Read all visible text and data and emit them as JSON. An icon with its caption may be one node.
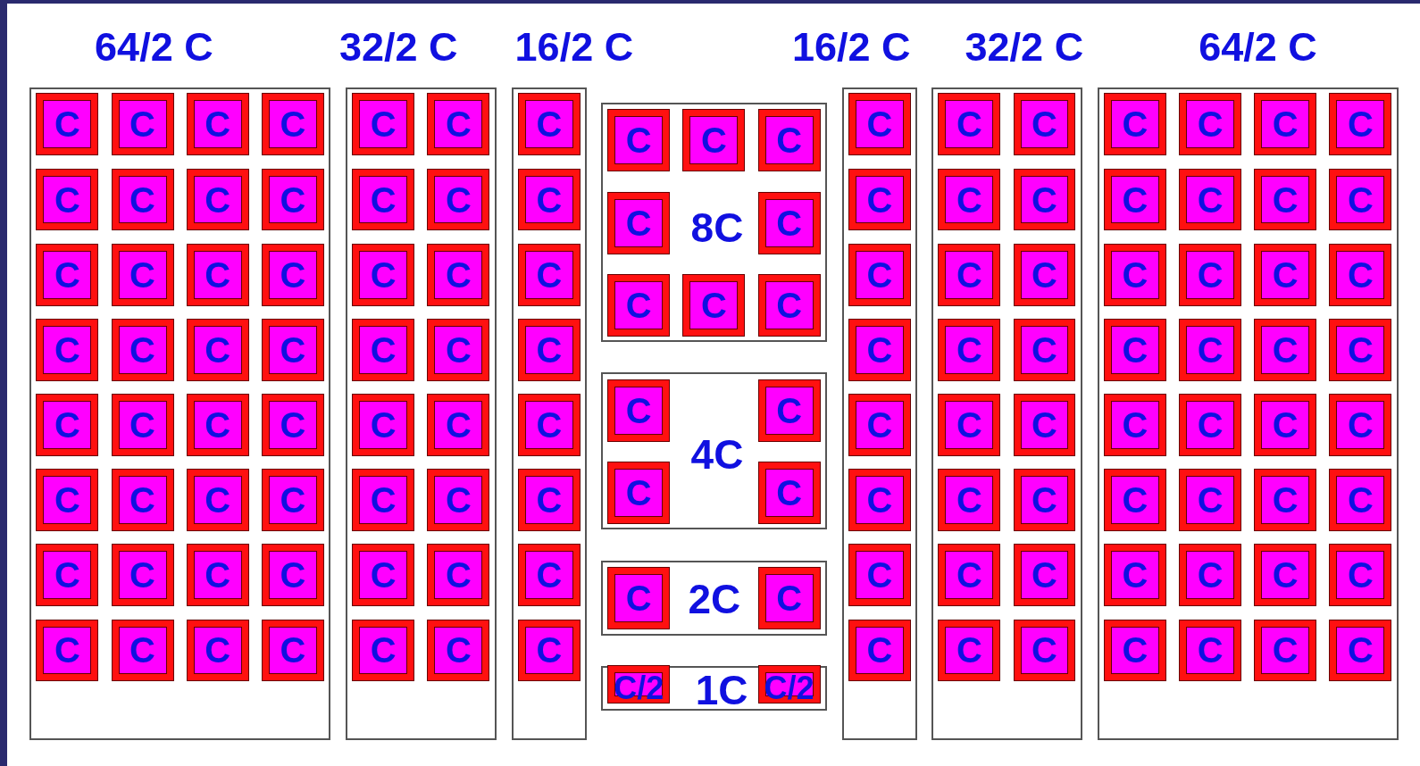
{
  "diagram": {
    "nodes": [
      {
        "text": [
          "64/2 C"
        ]
      },
      {
        "text": [
          "C"
        ],
        "in": 0
      },
      {
        "text": [
          "C"
        ],
        "in": 0
      },
      {
        "text": [
          "C"
        ],
        "in": 0
      },
      {
        "text": [
          "C"
        ],
        "in": 0
      },
      {
        "text": [
          "C"
        ],
        "in": 0
      },
      {
        "text": [
          "C"
        ],
        "in": 0
      },
      {
        "text": [
          "C"
        ],
        "in": 0
      },
      {
        "text": [
          "C"
        ],
        "in": 0
      },
      {
        "text": [
          "C"
        ],
        "in": 0
      },
      {
        "text": [
          "C"
        ],
        "in": 0
      },
      {
        "text": [
          "C"
        ],
        "in": 0
      },
      {
        "text": [
          "C"
        ],
        "in": 0
      },
      {
        "text": [
          "C"
        ],
        "in": 0
      },
      {
        "text": [
          "C"
        ],
        "in": 0
      },
      {
        "text": [
          "C"
        ],
        "in": 0
      },
      {
        "text": [
          "C"
        ],
        "in": 0
      },
      {
        "text": [
          "C"
        ],
        "in": 0
      },
      {
        "text": [
          "C"
        ],
        "in": 0
      },
      {
        "text": [
          "C"
        ],
        "in": 0
      },
      {
        "text": [
          "C"
        ],
        "in": 0
      },
      {
        "text": [
          "C"
        ],
        "in": 0
      },
      {
        "text": [
          "C"
        ],
        "in": 0
      },
      {
        "text": [
          "C"
        ],
        "in": 0
      },
      {
        "text": [
          "C"
        ],
        "in": 0
      },
      {
        "text": [
          "C"
        ],
        "in": 0
      },
      {
        "text": [
          "C"
        ],
        "in": 0
      },
      {
        "text": [
          "C"
        ],
        "in": 0
      },
      {
        "text": [
          "C"
        ],
        "in": 0
      },
      {
        "text": [
          "C"
        ],
        "in": 0
      },
      {
        "text": [
          "C"
        ],
        "in": 0
      },
      {
        "text": [
          "C"
        ],
        "in": 0
      },
      {
        "text": [
          "C"
        ],
        "in": 0
      },
      {
        "text": [
          "32/2 C"
        ]
      },
      {
        "text": [
          "C"
        ],
        "in": 33
      },
      {
        "text": [
          "C"
        ],
        "in": 33
      },
      {
        "text": [
          "C"
        ],
        "in": 33
      },
      {
        "text": [
          "C"
        ],
        "in": 33
      },
      {
        "text": [
          "C"
        ],
        "in": 33
      },
      {
        "text": [
          "C"
        ],
        "in": 33
      },
      {
        "text": [
          "C"
        ],
        "in": 33
      },
      {
        "text": [
          "C"
        ],
        "in": 33
      },
      {
        "text": [
          "C"
        ],
        "in": 33
      },
      {
        "text": [
          "C"
        ],
        "in": 33
      },
      {
        "text": [
          "C"
        ],
        "in": 33
      },
      {
        "text": [
          "C"
        ],
        "in": 33
      },
      {
        "text": [
          "C"
        ],
        "in": 33
      },
      {
        "text": [
          "C"
        ],
        "in": 33
      },
      {
        "text": [
          "C"
        ],
        "in": 33
      },
      {
        "text": [
          "C"
        ],
        "in": 33
      },
      {
        "text": [
          "16/2 C"
        ]
      },
      {
        "text": [
          "C"
        ],
        "in": 50
      },
      {
        "text": [
          "C"
        ],
        "in": 50
      },
      {
        "text": [
          "C"
        ],
        "in": 50
      },
      {
        "text": [
          "C"
        ],
        "in": 50
      },
      {
        "text": [
          "C"
        ],
        "in": 50
      },
      {
        "text": [
          "C"
        ],
        "in": 50
      },
      {
        "text": [
          "C"
        ],
        "in": 50
      },
      {
        "text": [
          "C"
        ],
        "in": 50
      },
      {
        "text": [
          "8C"
        ]
      },
      {
        "text": [
          "C"
        ],
        "in": 59
      },
      {
        "text": [
          "C"
        ],
        "in": 59
      },
      {
        "text": [
          "C"
        ],
        "in": 59
      },
      {
        "text": [
          "C"
        ],
        "in": 59
      },
      {
        "text": [
          "C"
        ],
        "in": 59
      },
      {
        "text": [
          "C"
        ],
        "in": 59
      },
      {
        "text": [
          "C"
        ],
        "in": 59
      },
      {
        "text": [
          "C"
        ],
        "in": 59
      },
      {
        "text": [
          "4C"
        ]
      },
      {
        "text": [
          "C"
        ],
        "in": 68
      },
      {
        "text": [
          "C"
        ],
        "in": 68
      },
      {
        "text": [
          "C"
        ],
        "in": 68
      },
      {
        "text": [
          "C"
        ],
        "in": 68
      },
      {
        "text": [
          "2C"
        ]
      },
      {
        "text": [
          "C"
        ],
        "in": 73
      },
      {
        "text": [
          "C"
        ],
        "in": 73
      },
      {
        "text": [
          "1C"
        ]
      },
      {
        "text": [
          "C/2"
        ],
        "in": 76
      },
      {
        "text": [
          "C/2"
        ],
        "in": 76
      },
      {
        "text": [
          "16/2 C"
        ]
      },
      {
        "text": [
          "C"
        ],
        "in": 79
      },
      {
        "text": [
          "C"
        ],
        "in": 79
      },
      {
        "text": [
          "C"
        ],
        "in": 79
      },
      {
        "text": [
          "C"
        ],
        "in": 79
      },
      {
        "text": [
          "C"
        ],
        "in": 79
      },
      {
        "text": [
          "C"
        ],
        "in": 79
      },
      {
        "text": [
          "C"
        ],
        "in": 79
      },
      {
        "text": [
          "C"
        ],
        "in": 79
      },
      {
        "text": [
          "32/2 C"
        ]
      },
      {
        "text": [
          "C"
        ],
        "in": 88
      },
      {
        "text": [
          "C"
        ],
        "in": 88
      },
      {
        "text": [
          "C"
        ],
        "in": 88
      },
      {
        "text": [
          "C"
        ],
        "in": 88
      },
      {
        "text": [
          "C"
        ],
        "in": 88
      },
      {
        "text": [
          "C"
        ],
        "in": 88
      },
      {
        "text": [
          "C"
        ],
        "in": 88
      },
      {
        "text": [
          "C"
        ],
        "in": 88
      },
      {
        "text": [
          "C"
        ],
        "in": 88
      },
      {
        "text": [
          "C"
        ],
        "in": 88
      },
      {
        "text": [
          "C"
        ],
        "in": 88
      },
      {
        "text": [
          "C"
        ],
        "in": 88
      },
      {
        "text": [
          "C"
        ],
        "in": 88
      },
      {
        "text": [
          "C"
        ],
        "in": 88
      },
      {
        "text": [
          "C"
        ],
        "in": 88
      },
      {
        "text": [
          "C"
        ],
        "in": 88
      },
      {
        "text": [
          "64/2 C"
        ]
      },
      {
        "text": [
          "C"
        ],
        "in": 105
      },
      {
        "text": [
          "C"
        ],
        "in": 105
      },
      {
        "text": [
          "C"
        ],
        "in": 105
      },
      {
        "text": [
          "C"
        ],
        "in": 105
      },
      {
        "text": [
          "C"
        ],
        "in": 105
      },
      {
        "text": [
          "C"
        ],
        "in": 105
      },
      {
        "text": [
          "C"
        ],
        "in": 105
      },
      {
        "text": [
          "C"
        ],
        "in": 105
      },
      {
        "text": [
          "C"
        ],
        "in": 105
      },
      {
        "text": [
          "C"
        ],
        "in": 105
      },
      {
        "text": [
          "C"
        ],
        "in": 105
      },
      {
        "text": [
          "C"
        ],
        "in": 105
      },
      {
        "text": [
          "C"
        ],
        "in": 105
      },
      {
        "text": [
          "C"
        ],
        "in": 105
      },
      {
        "text": [
          "C"
        ],
        "in": 105
      },
      {
        "text": [
          "C"
        ],
        "in": 105
      },
      {
        "text": [
          "C"
        ],
        "in": 105
      },
      {
        "text": [
          "C"
        ],
        "in": 105
      },
      {
        "text": [
          "C"
        ],
        "in": 105
      },
      {
        "text": [
          "C"
        ],
        "in": 105
      },
      {
        "text": [
          "C"
        ],
        "in": 105
      },
      {
        "text": [
          "C"
        ],
        "in": 105
      },
      {
        "text": [
          "C"
        ],
        "in": 105
      },
      {
        "text": [
          "C"
        ],
        "in": 105
      },
      {
        "text": [
          "C"
        ],
        "in": 105
      },
      {
        "text": [
          "C"
        ],
        "in": 105
      },
      {
        "text": [
          "C"
        ],
        "in": 105
      },
      {
        "text": [
          "C"
        ],
        "in": 105
      },
      {
        "text": [
          "C"
        ],
        "in": 105
      },
      {
        "text": [
          "C"
        ],
        "in": 105
      },
      {
        "text": [
          "C"
        ],
        "in": 105
      },
      {
        "text": [
          "C"
        ],
        "in": 105
      }
    ]
  }
}
